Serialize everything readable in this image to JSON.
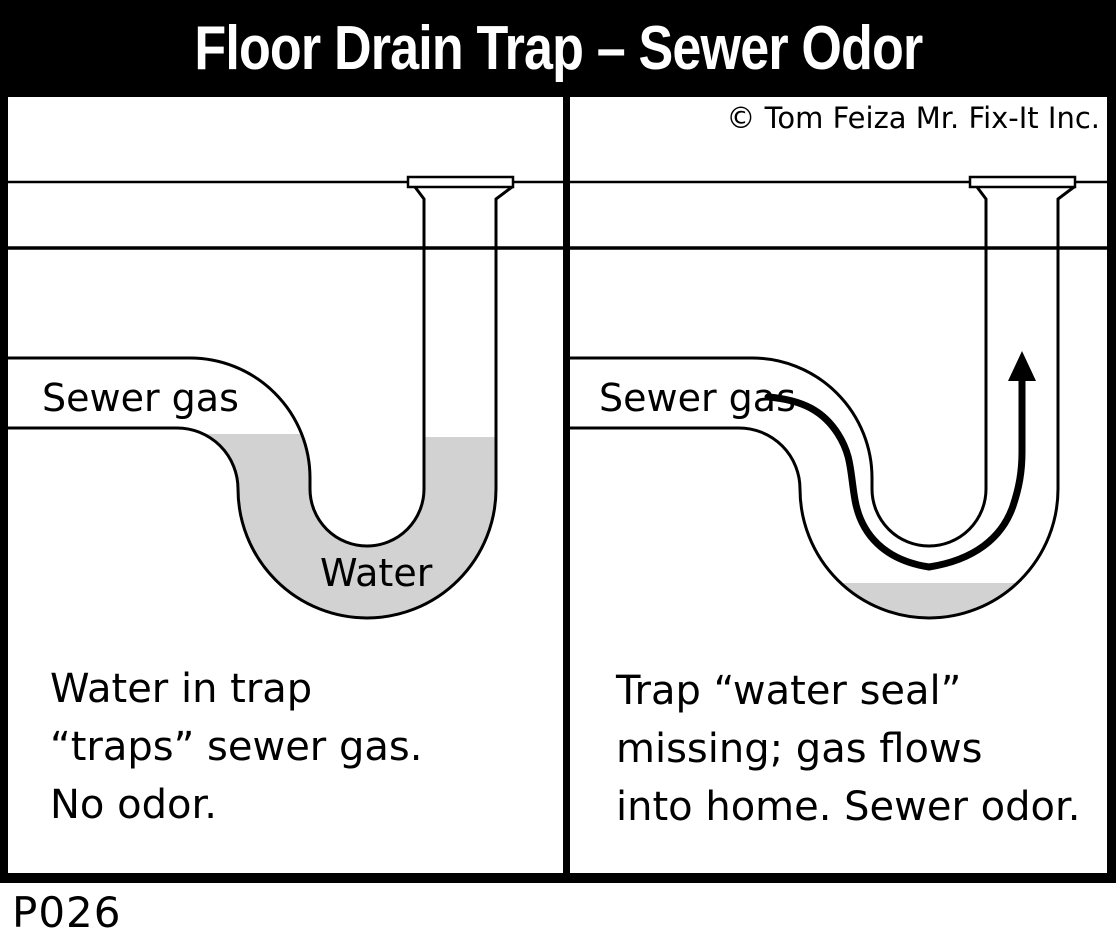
{
  "title": "Floor Drain Trap – Sewer Odor",
  "copyright": "© Tom Feiza Mr. Fix-It Inc.",
  "figure_code": "P026",
  "colors": {
    "ink": "#000000",
    "paper": "#ffffff",
    "water": "#d2d2d2"
  },
  "left_panel": {
    "pipe_label": "Sewer gas",
    "water_label": "Water",
    "caption": [
      "Water in trap",
      "“traps” sewer gas.",
      "No odor."
    ]
  },
  "right_panel": {
    "pipe_label": "Sewer gas",
    "caption": [
      "Trap “water seal”",
      "missing; gas flows",
      "into home. Sewer odor."
    ]
  }
}
